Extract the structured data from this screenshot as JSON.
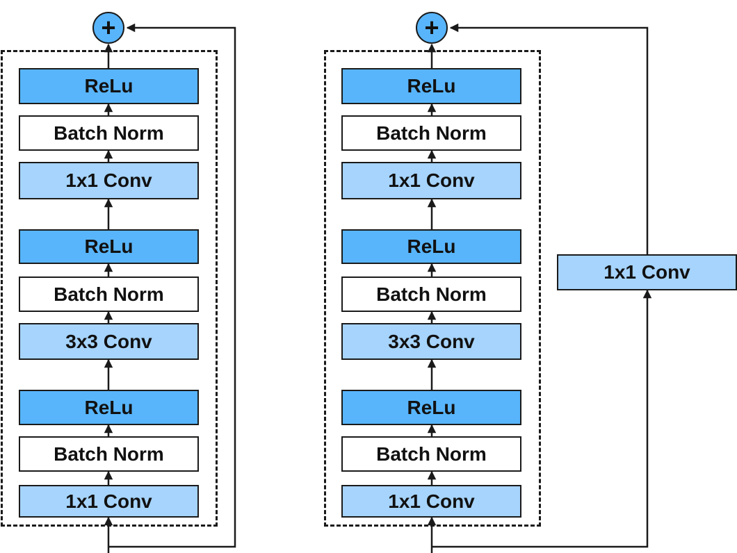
{
  "colors": {
    "relu_fill": "#58b5fb",
    "conv_fill": "#a6d4fd",
    "batchnorm_fill": "#ffffff",
    "stroke": "#1a1a1a"
  },
  "blocks": [
    {
      "plus_symbol": "+",
      "layers": [
        "ReLu",
        "Batch Norm",
        "1x1 Conv",
        "ReLu",
        "Batch Norm",
        "3x3 Conv",
        "ReLu",
        "Batch Norm",
        "1x1 Conv"
      ],
      "shortcut_label": ""
    },
    {
      "plus_symbol": "+",
      "layers": [
        "ReLu",
        "Batch Norm",
        "1x1 Conv",
        "ReLu",
        "Batch Norm",
        "3x3 Conv",
        "ReLu",
        "Batch Norm",
        "1x1 Conv"
      ],
      "shortcut_label": "1x1 Conv"
    }
  ]
}
